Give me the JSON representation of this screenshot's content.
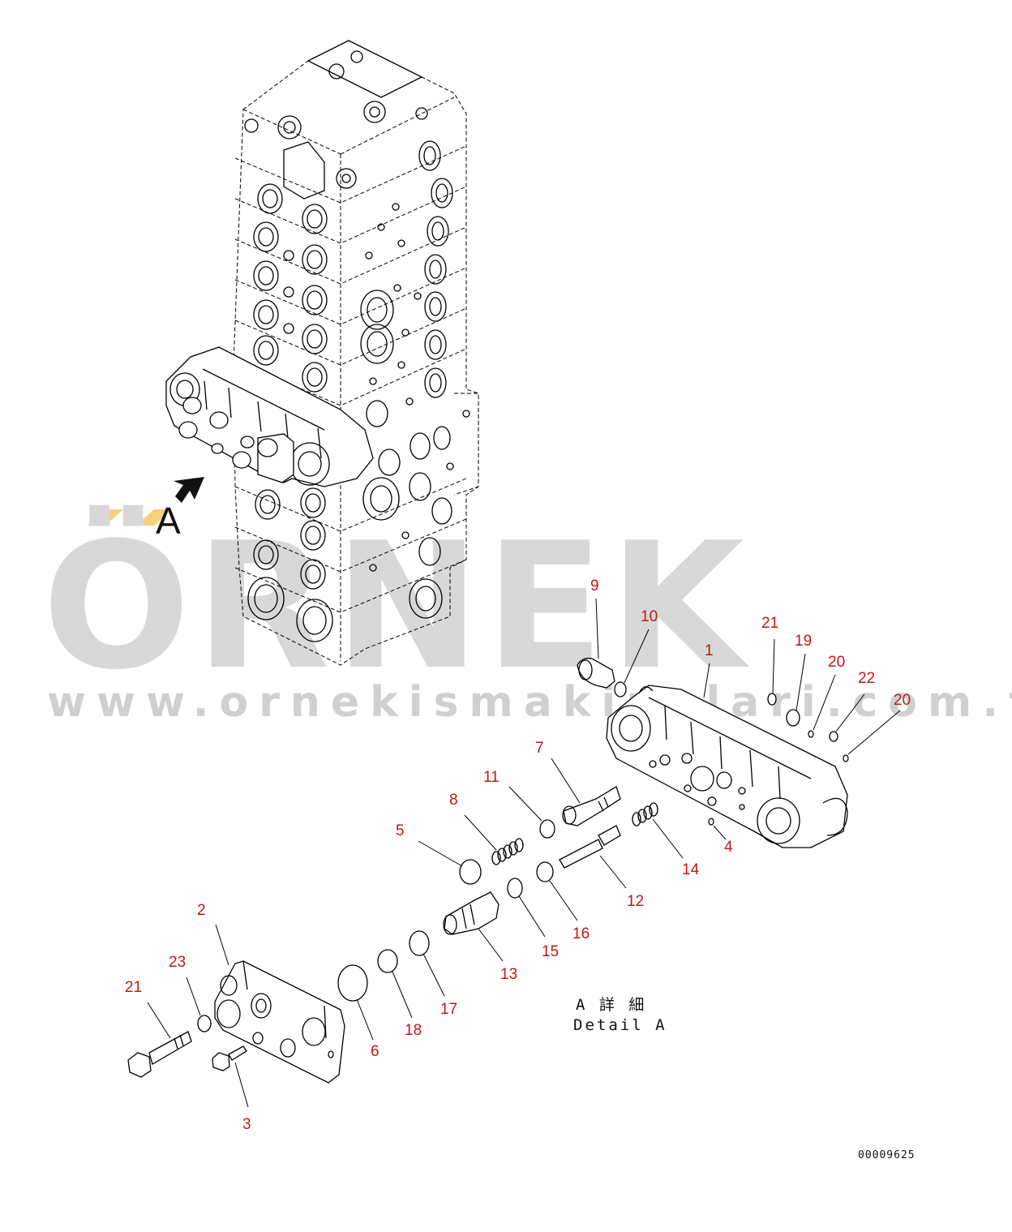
{
  "watermark": {
    "brand": "ÖRNEK",
    "url": "www.ornekismakinalari.com.tr",
    "accent_color": "#f3d27a",
    "text_color": "#d8d8d8"
  },
  "view_marker": {
    "letter": "A"
  },
  "detail_label": {
    "japanese": "A 詳 細",
    "english": "Detail A"
  },
  "drawing_number": "00009625",
  "callout_color": "#c01818",
  "callouts": [
    {
      "id": "1",
      "label": "1"
    },
    {
      "id": "2",
      "label": "2"
    },
    {
      "id": "3",
      "label": "3"
    },
    {
      "id": "4",
      "label": "4"
    },
    {
      "id": "5",
      "label": "5"
    },
    {
      "id": "6",
      "label": "6"
    },
    {
      "id": "7",
      "label": "7"
    },
    {
      "id": "8",
      "label": "8"
    },
    {
      "id": "9",
      "label": "9"
    },
    {
      "id": "10",
      "label": "10"
    },
    {
      "id": "11",
      "label": "11"
    },
    {
      "id": "12",
      "label": "12"
    },
    {
      "id": "13",
      "label": "13"
    },
    {
      "id": "14",
      "label": "14"
    },
    {
      "id": "15",
      "label": "15"
    },
    {
      "id": "16",
      "label": "16"
    },
    {
      "id": "17",
      "label": "17"
    },
    {
      "id": "18",
      "label": "18"
    },
    {
      "id": "19",
      "label": "19"
    },
    {
      "id": "20a",
      "label": "20"
    },
    {
      "id": "20b",
      "label": "20"
    },
    {
      "id": "21a",
      "label": "21"
    },
    {
      "id": "21b",
      "label": "21"
    },
    {
      "id": "22",
      "label": "22"
    },
    {
      "id": "23",
      "label": "23"
    }
  ]
}
